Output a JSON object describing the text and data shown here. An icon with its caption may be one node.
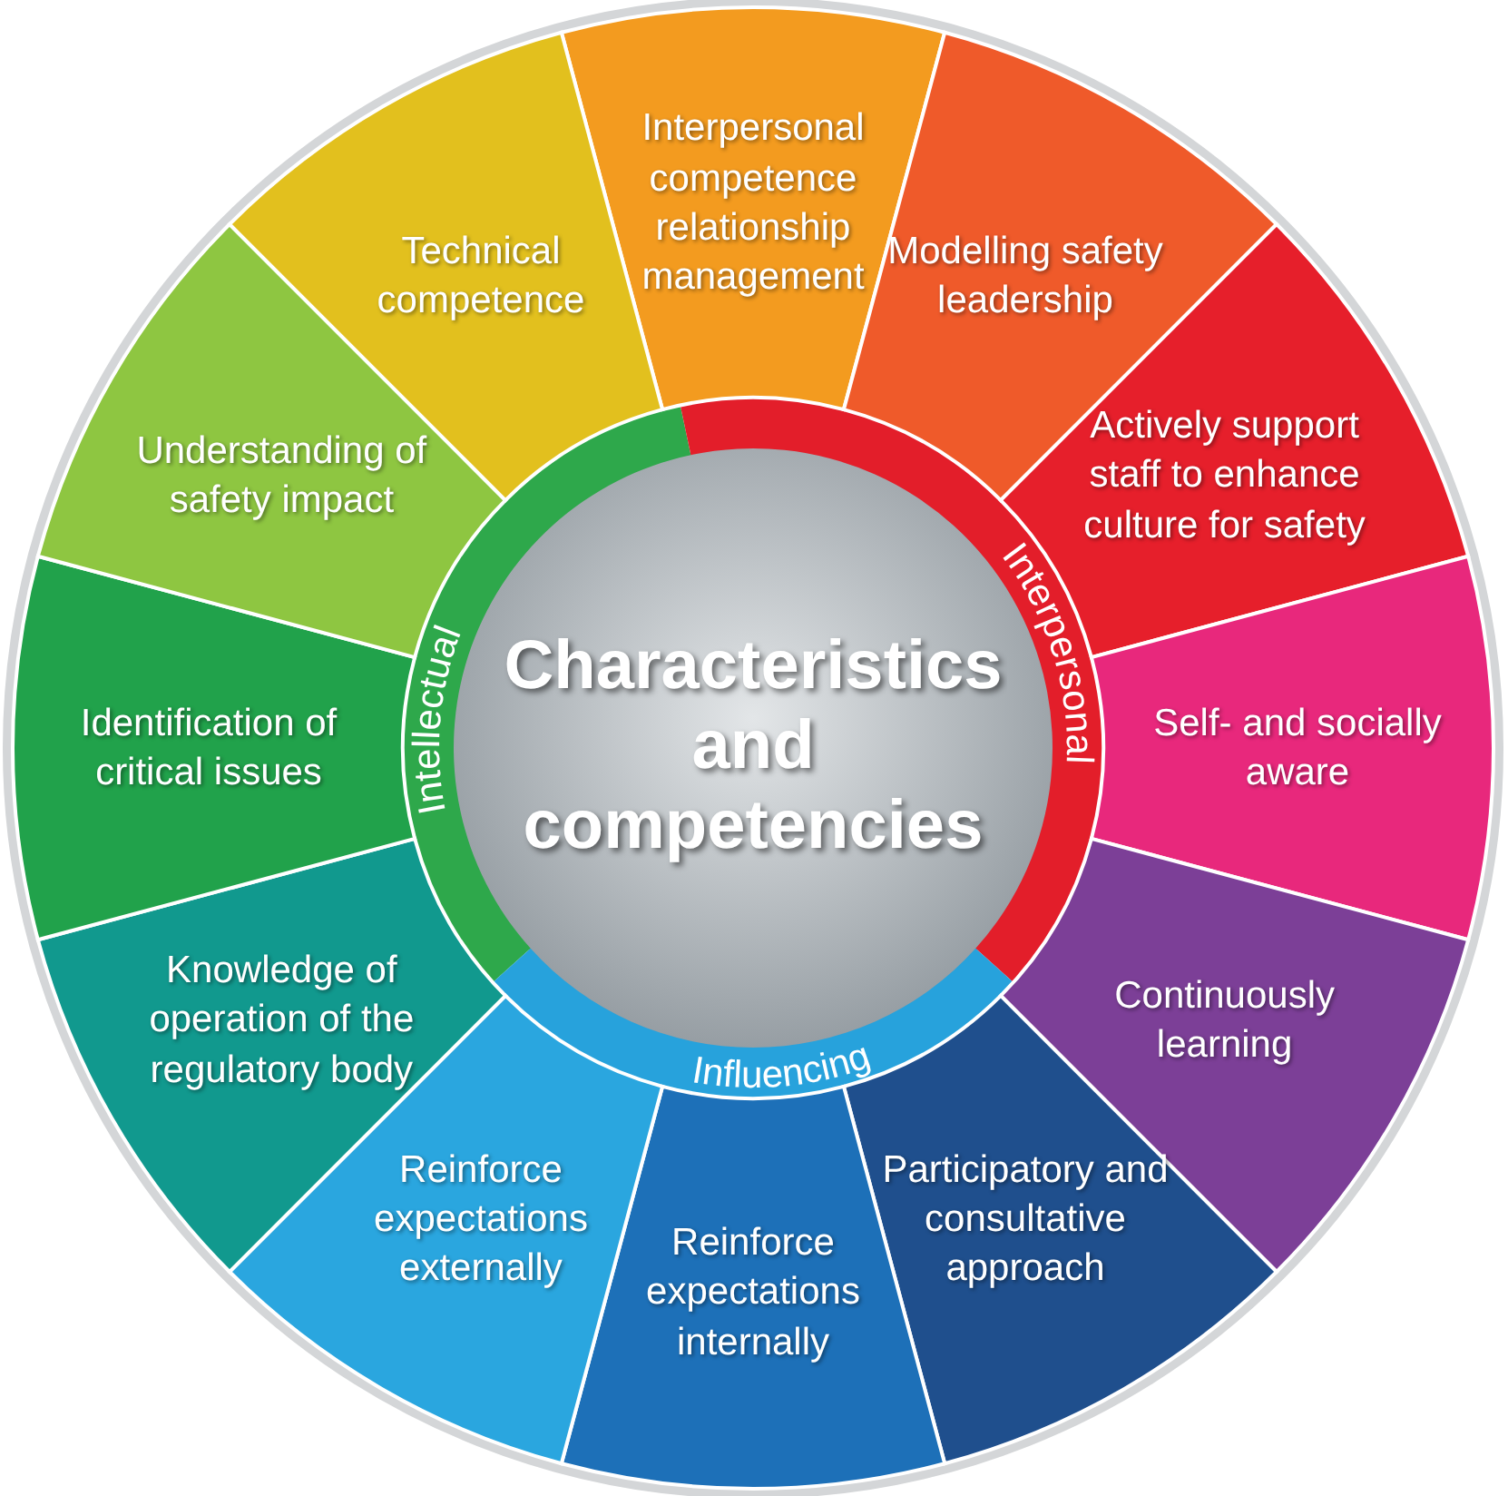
{
  "diagram": {
    "nodes": [
      {
        "text": [
          "Characteristics and competencies"
        ]
      },
      {
        "text": [
          "Intellectual"
        ]
      },
      {
        "text": [
          "Interpersonal"
        ]
      },
      {
        "text": [
          "Influencing"
        ]
      },
      {
        "text": [
          "Interpersonal competence relationship management"
        ]
      },
      {
        "text": [
          "Modelling safety leadership"
        ]
      },
      {
        "text": [
          "Actively support staff to enhance culture for safety"
        ]
      },
      {
        "text": [
          "Self- and socially aware"
        ]
      },
      {
        "text": [
          "Continuously learning"
        ]
      },
      {
        "text": [
          "Participatory and consultative approach"
        ]
      },
      {
        "text": [
          "Reinforce expectations internally"
        ]
      },
      {
        "text": [
          "Reinforce expectations externally"
        ]
      },
      {
        "text": [
          "Knowledge of operation of the regulatory body"
        ]
      },
      {
        "text": [
          "Identification of critical issues"
        ]
      },
      {
        "text": [
          "Understanding of safety impact"
        ]
      },
      {
        "text": [
          "Technical competence"
        ]
      }
    ]
  }
}
